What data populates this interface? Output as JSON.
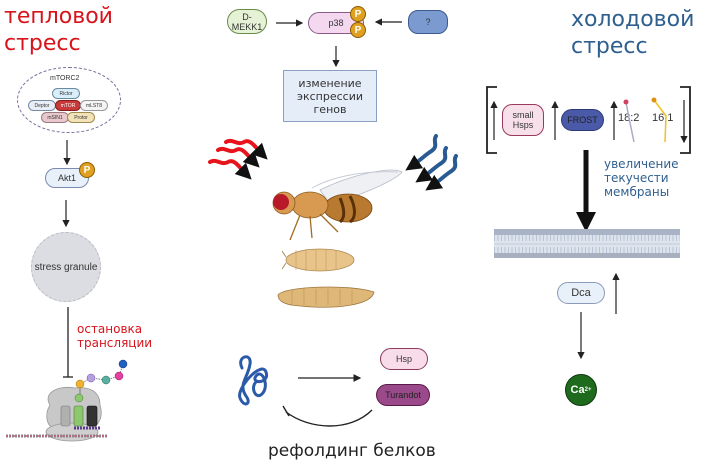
{
  "heat": {
    "title_line1": "тепловой",
    "title_line2": "стресс",
    "complex": {
      "name": "mTORC2",
      "subunits": [
        "Rictor",
        "Deptor",
        "mTOR",
        "mLST8",
        "mSIN1",
        "Protor"
      ]
    },
    "akt": "Akt1",
    "phospho": "P",
    "granule": "stress granule",
    "inhibition_label_line1": "остановка",
    "inhibition_label_line2": "трансляции"
  },
  "center": {
    "kinase_upstream": "D-\nMEKK1",
    "kinase_upstream_line1": "D-",
    "kinase_upstream_line2": "MEKK1",
    "kinase": "p38",
    "phospho": "P",
    "unknown": "?",
    "output_line1": "изменение",
    "output_line2": "экспрессии",
    "output_line3": "генов",
    "chaperone1": "Hsp",
    "chaperone2": "Turandot",
    "refolding_label": "рефолдинг белков"
  },
  "cold": {
    "title_line1": "холодовой",
    "title_line2": "стресс",
    "small_hsps_line1": "small",
    "small_hsps_line2": "Hsps",
    "frost": "FROST",
    "lipid1": "18:2",
    "lipid2": "16:1",
    "fluidity_line1": "увеличение",
    "fluidity_line2": "текучести",
    "fluidity_line3": "мембраны",
    "dca": "Dca",
    "calcium": "Ca",
    "calcium_charge": "2+"
  },
  "colors": {
    "heat_red": "#d8131b",
    "cold_blue": "#2f5f8f",
    "phospho_gold": "#e0a020",
    "frost_blue": "#4a5aa8",
    "turandot_purple": "#9a4a8a",
    "calcium_green": "#1e6b1e"
  }
}
